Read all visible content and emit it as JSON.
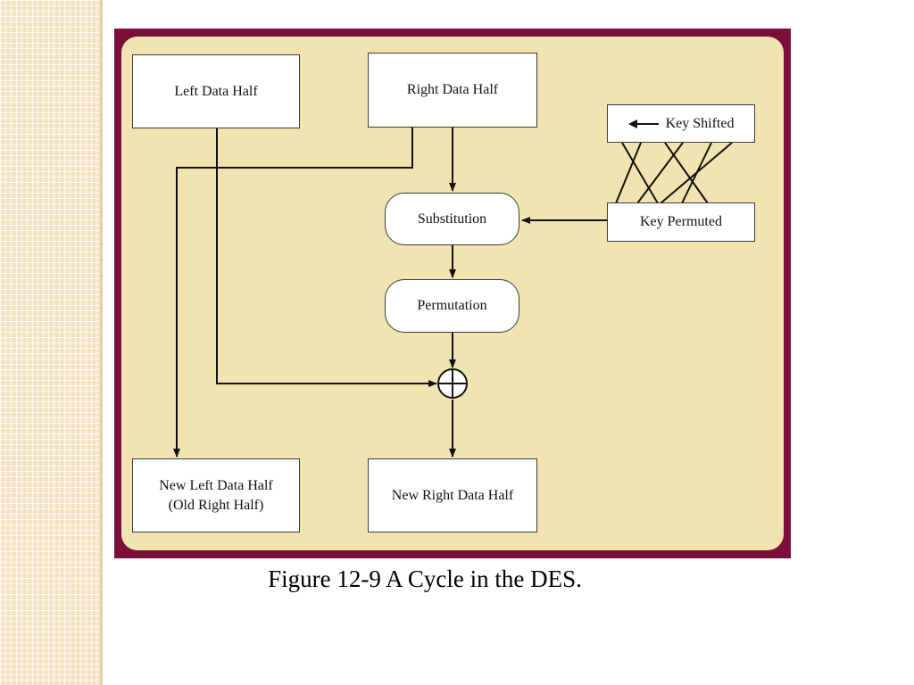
{
  "diagram": {
    "nodes": {
      "left_data_half": "Left Data  Half",
      "right_data_half": "Right  Data  Half",
      "key_shifted": "Key  Shifted",
      "substitution": "Substitution",
      "key_permuted": "Key  Permuted",
      "permutation": "Permutation",
      "new_left_data_half": "New Left Data Half",
      "new_left_data_half_sub": "(Old  Right  Half)",
      "new_right_data_half": "New Right Data Half"
    },
    "edges": [
      {
        "from": "right_data_half",
        "to": "substitution"
      },
      {
        "from": "right_data_half",
        "to": "new_left_data_half"
      },
      {
        "from": "key_permuted",
        "to": "substitution"
      },
      {
        "from": "substitution",
        "to": "permutation"
      },
      {
        "from": "permutation",
        "to": "xor"
      },
      {
        "from": "left_data_half",
        "to": "xor"
      },
      {
        "from": "xor",
        "to": "new_right_data_half"
      },
      {
        "from": "key_shifted",
        "to": "key_permuted"
      }
    ]
  },
  "caption": "Figure 12-9  A Cycle in the DES."
}
